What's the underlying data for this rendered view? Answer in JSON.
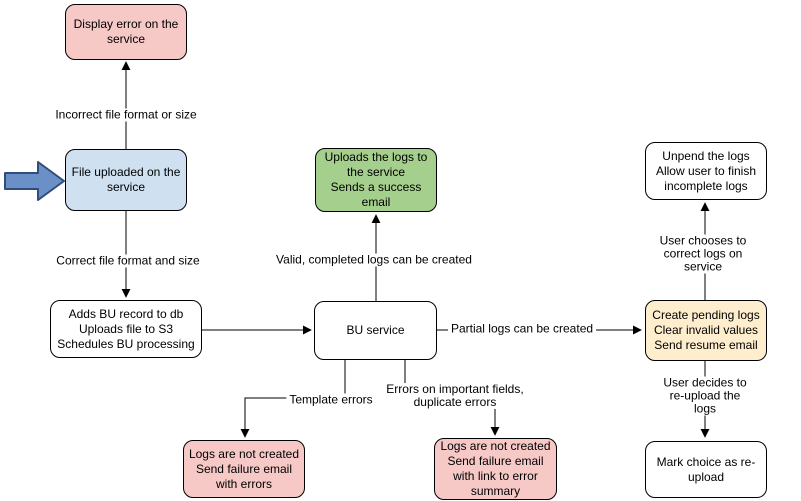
{
  "nodes": {
    "display_error": "Display error on the\nservice",
    "file_uploaded": "File uploaded on the\nservice",
    "adds_bu": "Adds BU record to db\nUploads file to S3\nSchedules BU processing",
    "uploads_logs": "Uploads the logs to\nthe service\nSends a success\nemail",
    "bu_service": "BU service",
    "logs_failure_errors": "Logs are not created\nSend failure email\nwith errors",
    "logs_failure_summary": "Logs are not created\nSend failure email\nwith link to error\nsummary",
    "unpend": "Unpend the logs\nAllow user to finish\nincomplete logs",
    "create_pending": "Create pending logs\nClear invalid values\nSend resume email",
    "mark_choice": "Mark choice as re-\nupload"
  },
  "edge_labels": {
    "incorrect_file": "Incorrect file format or size",
    "correct_file": "Correct file format and size",
    "valid_logs": "Valid, completed logs can be created",
    "partial_logs": "Partial logs can be created",
    "template_errors": "Template errors",
    "important_field_errors": "Errors on important fields,\nduplicate errors",
    "user_chooses": "User chooses to correct logs on service",
    "user_decides": "User decides to re-upload the logs"
  },
  "colors": {
    "node_red": "#f6c9c7",
    "node_blue": "#cfe0f1",
    "node_green": "#a5cf8c",
    "node_yellow": "#ffeecd",
    "node_white": "#ffffff",
    "node_border": "#000000",
    "line": "#000000",
    "pointer_fill": "#6b90c7",
    "pointer_stroke": "#2f4d7d"
  }
}
